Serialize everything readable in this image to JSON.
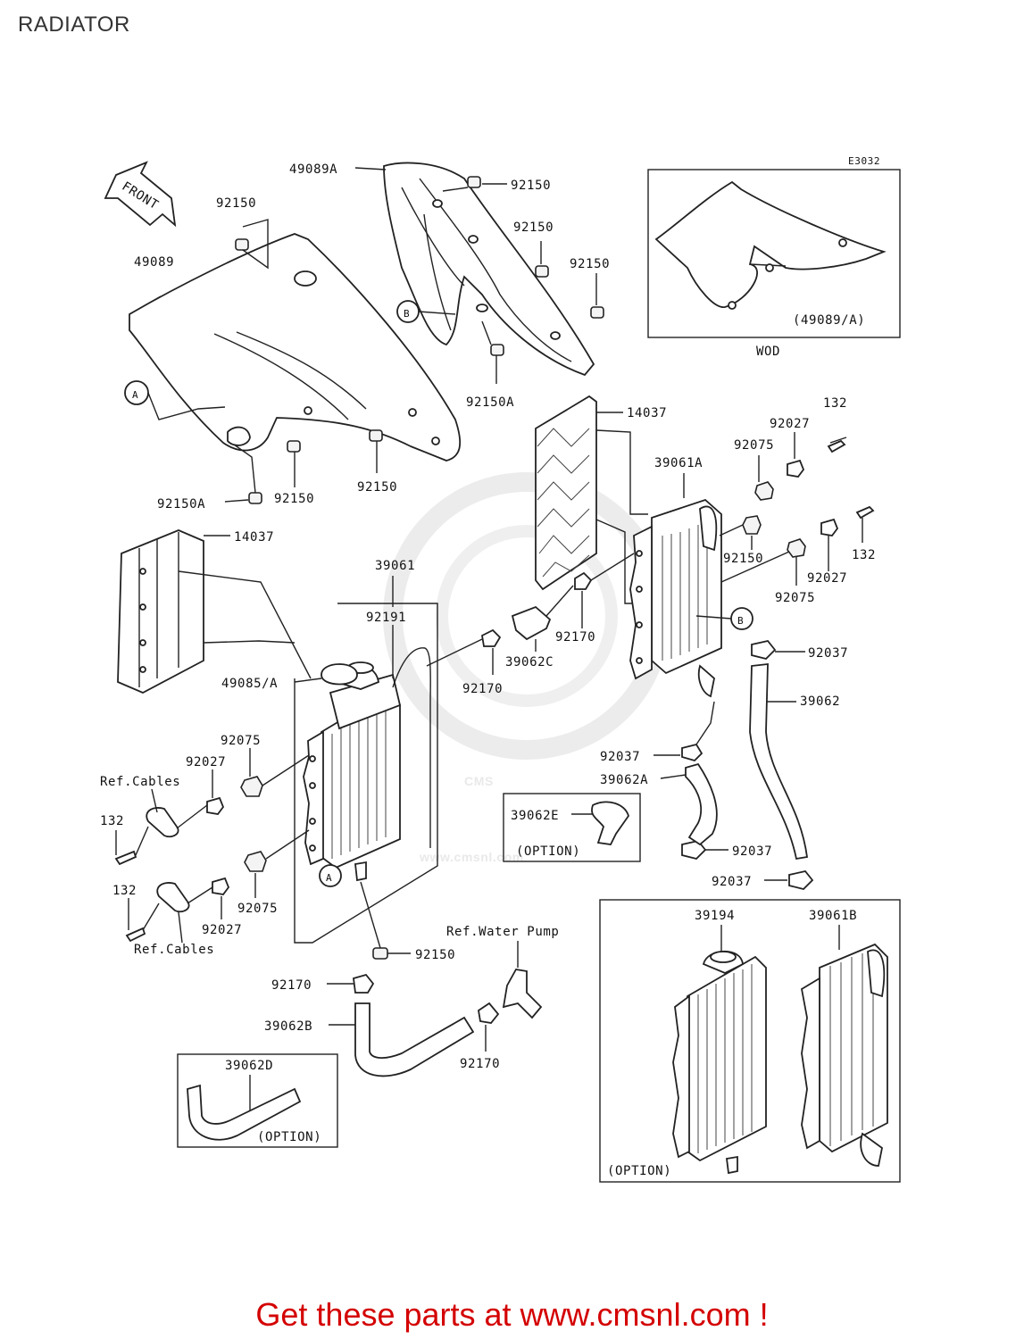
{
  "page": {
    "title": "RADIATOR"
  },
  "diagram": {
    "code": "E3032",
    "front_arrow": "FRONT",
    "callouts": {
      "p49089": "49089",
      "p49089A": "49089A",
      "p92150_a": "92150",
      "p92150_b": "92150",
      "p92150_c": "92150",
      "p92150_d": "92150",
      "p92150_e": "92150",
      "p92150_f": "92150",
      "p92150_g": "92150",
      "p92150_h": "92150",
      "p92150A_a": "92150A",
      "p92150A_b": "92150A",
      "p14037_a": "14037",
      "p14037_b": "14037",
      "p39061": "39061",
      "p39061A": "39061A",
      "p39061B": "39061B",
      "p39194": "39194",
      "p92191": "92191",
      "p49085A": "49085/A",
      "p92075_a": "92075",
      "p92075_b": "92075",
      "p92075_c": "92075",
      "p92075_d": "92075",
      "p92027_a": "92027",
      "p92027_b": "92027",
      "p92027_c": "92027",
      "p92027_d": "92027",
      "p132_a": "132",
      "p132_b": "132",
      "p132_c": "132",
      "p132_d": "132",
      "p92170_a": "92170",
      "p92170_b": "92170",
      "p92170_c": "92170",
      "p92170_d": "92170",
      "p39062": "39062",
      "p39062A": "39062A",
      "p39062B": "39062B",
      "p39062C": "39062C",
      "p39062D": "39062D",
      "p39062E": "39062E",
      "p92037_a": "92037",
      "p92037_b": "92037",
      "p92037_c": "92037",
      "p92037_d": "92037"
    },
    "refs": {
      "cables_top": "Ref.Cables",
      "cables_bottom": "Ref.Cables",
      "water_pump": "Ref.Water Pump"
    },
    "markers": {
      "a1": "A",
      "a2": "A",
      "b1": "B",
      "b2": "B"
    },
    "inset_wod": {
      "label": "(49089/A)",
      "caption": "WOD"
    },
    "option_labels": {
      "e": "(OPTION)",
      "d": "(OPTION)",
      "big": "(OPTION)"
    }
  },
  "watermark": {
    "text": "CMS",
    "url": "www.cmsnl.com"
  },
  "footer": {
    "link_text": "Get these parts at www.cmsnl.com !"
  },
  "colors": {
    "link": "#d40000",
    "line": "#222222",
    "title": "#333333"
  }
}
